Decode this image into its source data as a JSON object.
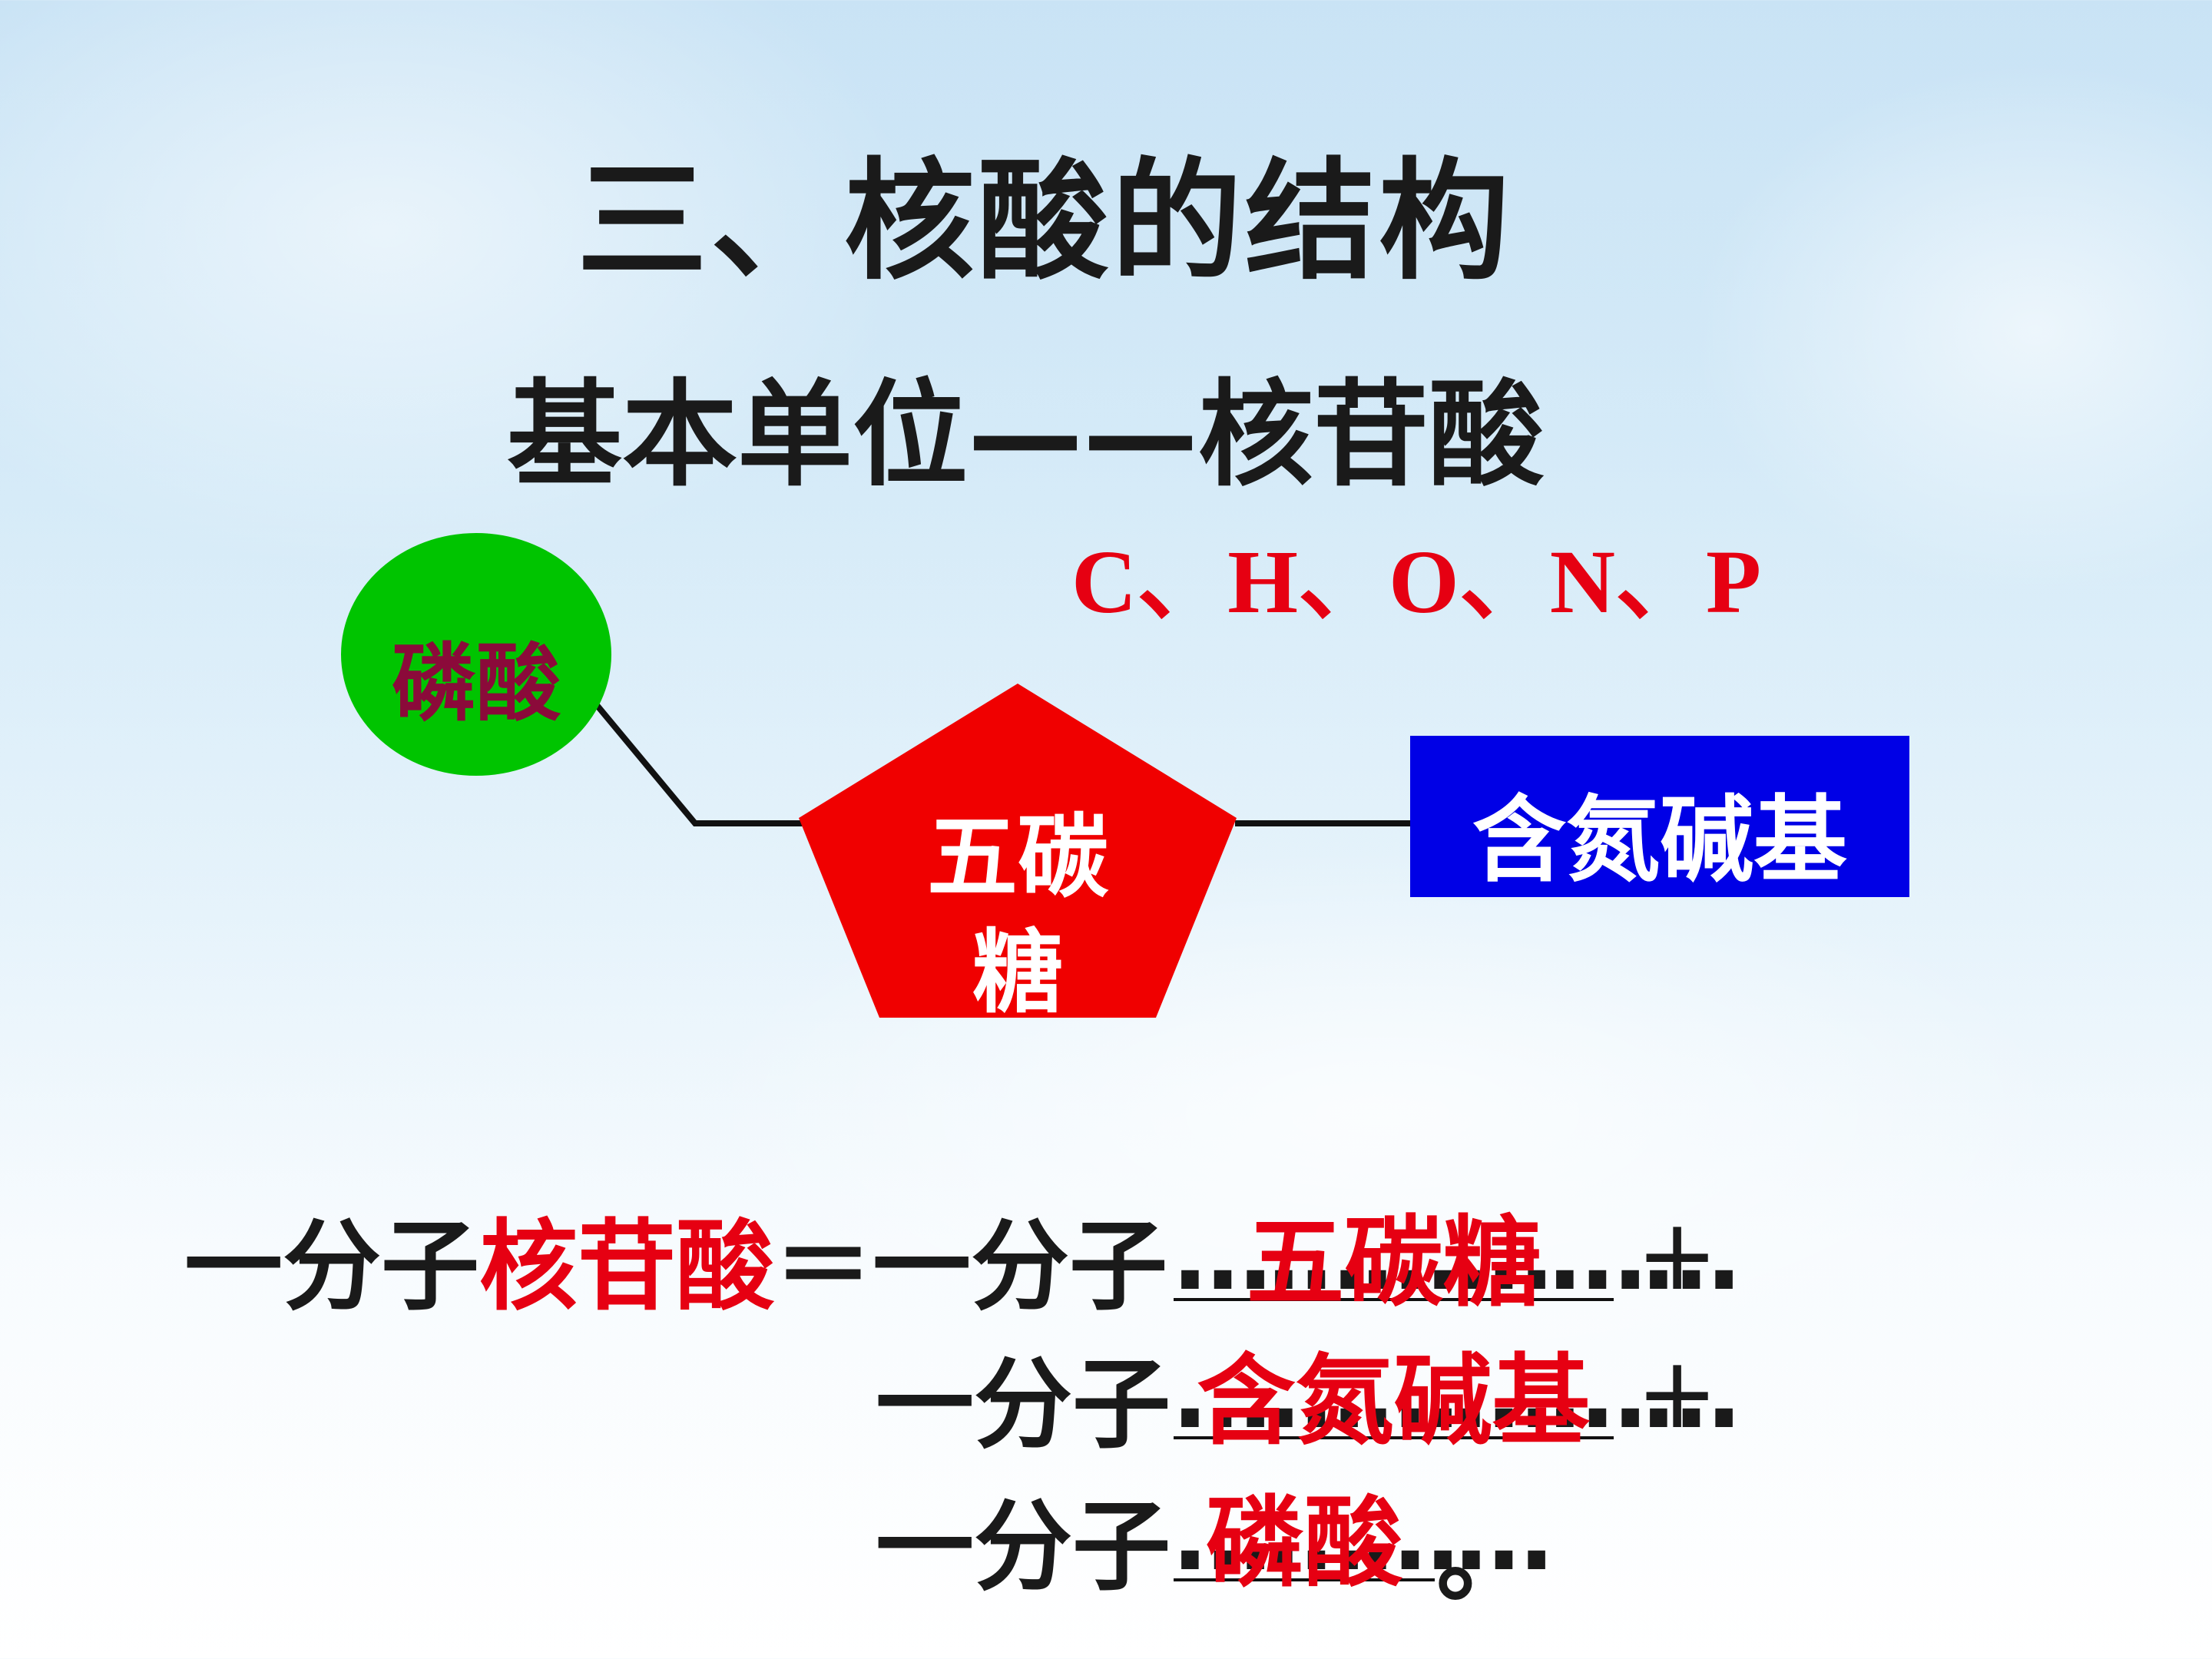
{
  "title": "三、核酸的结构",
  "subtitle": "基本单位——核苷酸",
  "elements": "C、H、O、N、P",
  "diagram": {
    "phosphate": "磷酸",
    "sugar_line1": "五碳",
    "sugar_line2": "糖",
    "base": "含氮碱基"
  },
  "equation": {
    "prefix": "一分子",
    "subject": "核苷酸",
    "equals": "＝",
    "plus": "+",
    "period": "。",
    "dots1": "………………",
    "dots2": "………………",
    "dots3": "…………",
    "answers": [
      "五碳糖",
      "含氮碱基",
      "磷酸"
    ]
  },
  "colors": {
    "phosphate_fill": "#00c400",
    "phosphate_text": "#8b0a3a",
    "sugar_fill": "#f00000",
    "base_fill": "#0000e6",
    "answer_red": "#e60012"
  }
}
